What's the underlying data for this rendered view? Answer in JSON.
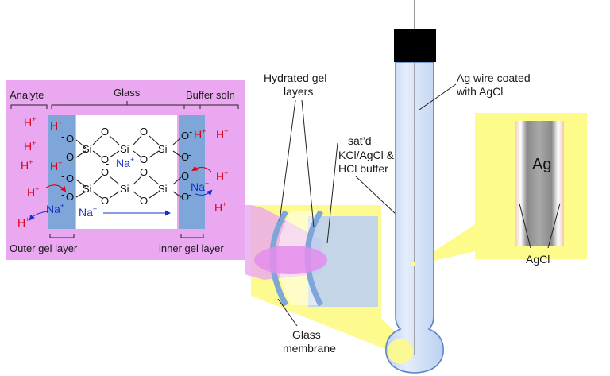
{
  "labels": {
    "analyte": "Analyte",
    "glass": "Glass",
    "buffer_soln": "Buffer soln",
    "outer_gel": "Outer gel layer",
    "inner_gel": "inner gel layer",
    "hydrated_gel_1": "Hydrated gel",
    "hydrated_gel_2": "layers",
    "satd_1": "sat’d",
    "satd_2": "KCl/AgCl &",
    "satd_3": "HCl buffer",
    "glass_membrane_1": "Glass",
    "glass_membrane_2": "membrane",
    "ag_wire_1": "Ag wire coated",
    "ag_wire_2": "with AgCl",
    "ag": "Ag",
    "agcl": "AgCl"
  },
  "chem": {
    "h": "H",
    "na": "Na",
    "plus": "+",
    "minus": "-",
    "o": "O",
    "si": "Si"
  },
  "colors": {
    "inset_bg": "#e9a8ef",
    "yellow": "#fdfb8a",
    "gel_blue": "#7ea6d9",
    "tube_blue": "#c9daf5",
    "tube_stroke": "#5b86c8",
    "h_red": "#e0001b",
    "na_blue": "#1830c8",
    "cap": "#000000"
  }
}
